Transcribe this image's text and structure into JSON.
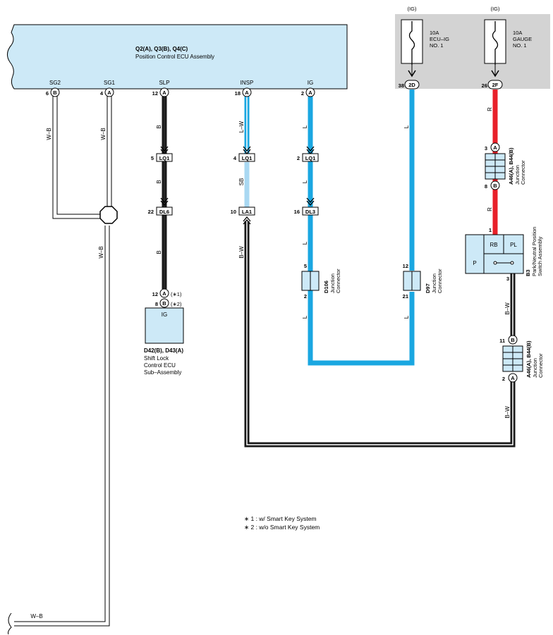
{
  "colors": {
    "ecu_fill": "#cde9f7",
    "fuse_panel": "#d3d3d3",
    "wire_black": "#1a1a1a",
    "wire_blue": "#1aa7e1",
    "wire_skyblue": "#a9d8f2",
    "wire_red": "#e8202a"
  },
  "ecu": {
    "title": "Q2(A), Q3(B), Q4(C)",
    "subtitle": "Position Control ECU Assembly",
    "terminals": [
      {
        "name": "SG2",
        "pin": "6",
        "conn": "B"
      },
      {
        "name": "SG1",
        "pin": "4",
        "conn": "A"
      },
      {
        "name": "SLP",
        "pin": "12",
        "conn": "A"
      },
      {
        "name": "INSP",
        "pin": "18",
        "conn": "A"
      },
      {
        "name": "IG",
        "pin": "2",
        "conn": "A"
      }
    ]
  },
  "fuses": [
    {
      "ig": "(IG)",
      "rating": "10A",
      "name1": "ECU–IG",
      "name2": "NO. 1",
      "pin": "38",
      "conn": "2D"
    },
    {
      "ig": "(IG)",
      "rating": "10A",
      "name1": "GAUGE",
      "name2": "NO. 1",
      "pin": "26",
      "conn": "2F"
    }
  ],
  "wire_labels": {
    "sg2": "W–B",
    "sg1": "W–B",
    "sg_bottom": "W–B",
    "bottom_run": "W–B",
    "slp": "B",
    "insp_upper": "L–W",
    "insp_mid": "SB",
    "insp_lower": "B–W",
    "ig": "L",
    "ecu_ig": "L",
    "gauge": "R",
    "pnp_out": "B–W"
  },
  "connectors": {
    "slp_lq1": {
      "pin": "5",
      "label": "LQ1"
    },
    "slp_dl6": {
      "pin": "22",
      "label": "DL6"
    },
    "insp_lq1": {
      "pin": "4",
      "label": "LQ1"
    },
    "insp_la1": {
      "pin": "10",
      "label": "LA1"
    },
    "ig_lq1": {
      "pin": "2",
      "label": "LQ1"
    },
    "ig_dl3": {
      "pin": "16",
      "label": "DL3"
    }
  },
  "junctions": {
    "d106": {
      "id": "D106",
      "name1": "Junction",
      "name2": "Connector",
      "pin_top": "5",
      "pin_bottom": "2"
    },
    "d97": {
      "id": "D97",
      "name1": "Junction",
      "name2": "Connector",
      "pin_top": "12",
      "pin_bottom": "21"
    },
    "upper": {
      "id": "A46(A), B44(B)",
      "name1": "Junction",
      "name2": "Connector",
      "pin_top": "3",
      "conn_top": "A",
      "pin_bottom": "8",
      "conn_bottom": "B"
    },
    "lower": {
      "id": "A46(A), B44(B)",
      "name1": "Junction",
      "name2": "Connector",
      "pin_top": "11",
      "conn_top": "B",
      "pin_bottom": "2",
      "conn_bottom": "A"
    }
  },
  "pnp_switch": {
    "id": "B3",
    "name1": "Park/Neutral Position",
    "name2": "Switch Assembly",
    "pin_in": "1",
    "pin_out": "3",
    "rb": "RB",
    "pl": "PL",
    "p": "P"
  },
  "shift_lock": {
    "pin1": "12",
    "conn1": "A",
    "note1": "(∗1)",
    "pin2": "8",
    "conn2": "B",
    "note2": "(∗2)",
    "inner": "IG",
    "id": "D42(B), D43(A)",
    "line1": "Shift Lock",
    "line2": "Control ECU",
    "line3": "Sub–Assembly"
  },
  "notes": [
    "∗ 1 : w/ Smart Key System",
    "∗ 2 : w/o Smart Key System"
  ]
}
